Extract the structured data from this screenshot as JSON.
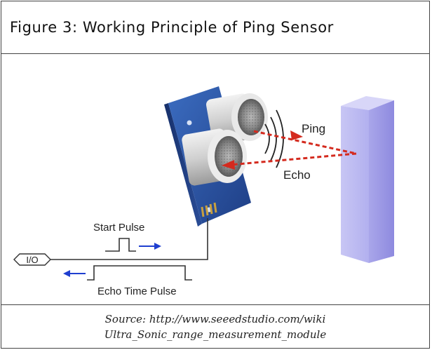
{
  "figure": {
    "title": "Figure 3: Working Principle of Ping Sensor"
  },
  "diagram": {
    "labels": {
      "ping": "Ping",
      "echo": "Echo",
      "start_pulse": "Start Pulse",
      "io": "I/O",
      "echo_time_pulse": "Echo Time Pulse"
    },
    "colors": {
      "board": "#2f5aa8",
      "ping_arrow": "#d42a1e",
      "pulse_arrow": "#1f3fd0",
      "wall_front": "#a6a2e6",
      "wall_side": "#8a86d6"
    }
  },
  "source": {
    "line1": "Source: http://www.seeedstudio.com/wiki",
    "line2": "Ultra_Sonic_range_measurement_module"
  }
}
